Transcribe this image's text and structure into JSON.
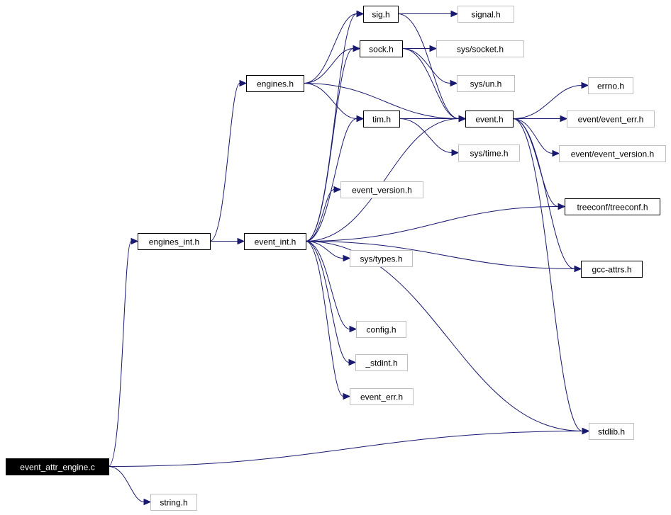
{
  "diagram": {
    "colors": {
      "edge": "#191970",
      "node_border_solid": "#000000",
      "node_border_light": "#bfbfbf",
      "root_fill": "#000000",
      "root_text": "#ffffff"
    },
    "nodes": [
      {
        "id": "event_attr_engine_c",
        "label": "event_attr_engine.c",
        "style": "root"
      },
      {
        "id": "engines_int_h",
        "label": "engines_int.h",
        "style": "solid"
      },
      {
        "id": "string_h",
        "label": "string.h",
        "style": "light"
      },
      {
        "id": "stdlib_h",
        "label": "stdlib.h",
        "style": "light"
      },
      {
        "id": "engines_h",
        "label": "engines.h",
        "style": "solid"
      },
      {
        "id": "event_int_h",
        "label": "event_int.h",
        "style": "solid"
      },
      {
        "id": "sig_h",
        "label": "sig.h",
        "style": "solid"
      },
      {
        "id": "sock_h",
        "label": "sock.h",
        "style": "solid"
      },
      {
        "id": "tim_h",
        "label": "tim.h",
        "style": "solid"
      },
      {
        "id": "event_h",
        "label": "event.h",
        "style": "solid"
      },
      {
        "id": "signal_h",
        "label": "signal.h",
        "style": "light"
      },
      {
        "id": "sys_socket_h",
        "label": "sys/socket.h",
        "style": "light"
      },
      {
        "id": "sys_un_h",
        "label": "sys/un.h",
        "style": "light"
      },
      {
        "id": "sys_time_h",
        "label": "sys/time.h",
        "style": "light"
      },
      {
        "id": "errno_h",
        "label": "errno.h",
        "style": "light"
      },
      {
        "id": "event_event_err_h",
        "label": "event/event_err.h",
        "style": "light"
      },
      {
        "id": "event_event_version_h",
        "label": "event/event_version.h",
        "style": "light"
      },
      {
        "id": "treeconf_treeconf_h",
        "label": "treeconf/treeconf.h",
        "style": "solid"
      },
      {
        "id": "gcc_attrs_h",
        "label": "gcc-attrs.h",
        "style": "solid"
      },
      {
        "id": "event_version_h",
        "label": "event_version.h",
        "style": "light"
      },
      {
        "id": "sys_types_h",
        "label": "sys/types.h",
        "style": "light"
      },
      {
        "id": "config_h",
        "label": "config.h",
        "style": "light"
      },
      {
        "id": "_stdint_h",
        "label": "_stdint.h",
        "style": "light"
      },
      {
        "id": "event_err_h",
        "label": "event_err.h",
        "style": "light"
      }
    ],
    "edges": [
      [
        "event_attr_engine_c",
        "engines_int_h"
      ],
      [
        "event_attr_engine_c",
        "string_h"
      ],
      [
        "event_attr_engine_c",
        "stdlib_h"
      ],
      [
        "engines_int_h",
        "engines_h"
      ],
      [
        "engines_int_h",
        "event_int_h"
      ],
      [
        "engines_h",
        "sig_h"
      ],
      [
        "engines_h",
        "sock_h"
      ],
      [
        "engines_h",
        "tim_h"
      ],
      [
        "engines_h",
        "event_h"
      ],
      [
        "sig_h",
        "signal_h"
      ],
      [
        "sig_h",
        "event_h"
      ],
      [
        "sock_h",
        "sys_socket_h"
      ],
      [
        "sock_h",
        "sys_un_h"
      ],
      [
        "sock_h",
        "event_h"
      ],
      [
        "tim_h",
        "sys_time_h"
      ],
      [
        "tim_h",
        "event_h"
      ],
      [
        "event_h",
        "errno_h"
      ],
      [
        "event_h",
        "event_event_err_h"
      ],
      [
        "event_h",
        "event_event_version_h"
      ],
      [
        "event_h",
        "treeconf_treeconf_h"
      ],
      [
        "event_h",
        "gcc_attrs_h"
      ],
      [
        "event_h",
        "stdlib_h"
      ],
      [
        "event_int_h",
        "sig_h"
      ],
      [
        "event_int_h",
        "sock_h"
      ],
      [
        "event_int_h",
        "tim_h"
      ],
      [
        "event_int_h",
        "event_h"
      ],
      [
        "event_int_h",
        "event_version_h"
      ],
      [
        "event_int_h",
        "treeconf_treeconf_h"
      ],
      [
        "event_int_h",
        "sys_types_h"
      ],
      [
        "event_int_h",
        "gcc_attrs_h"
      ],
      [
        "event_int_h",
        "config_h"
      ],
      [
        "event_int_h",
        "_stdint_h"
      ],
      [
        "event_int_h",
        "event_err_h"
      ],
      [
        "event_int_h",
        "stdlib_h"
      ]
    ]
  }
}
